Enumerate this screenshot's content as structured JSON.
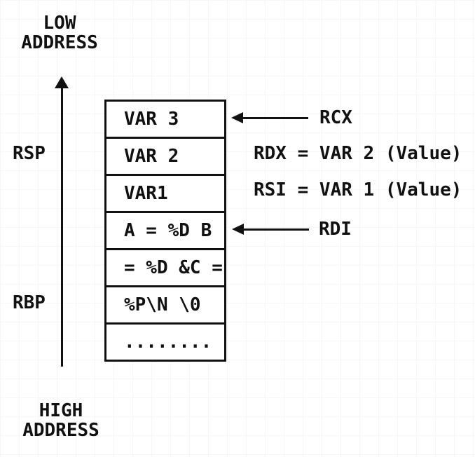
{
  "colors": {
    "ink": "#111111",
    "background": "#ffffff"
  },
  "address_labels": {
    "low": {
      "line1": "LOW",
      "line2": "ADDRESS"
    },
    "high": {
      "line1": "HIGH",
      "line2": "ADDRESS"
    }
  },
  "register_pointers": {
    "rsp": "RSP",
    "rbp": "RBP",
    "rcx": "RCX",
    "rdi": "RDI"
  },
  "register_values": {
    "rdx": "RDX = VAR 2 (Value)",
    "rsi": "RSI = VAR 1 (Value)"
  },
  "stack": {
    "cells": [
      "VAR 3",
      "VAR 2",
      "VAR1",
      "A = %D B",
      "= %D &C =",
      "%P\\N \\0",
      "........"
    ]
  }
}
